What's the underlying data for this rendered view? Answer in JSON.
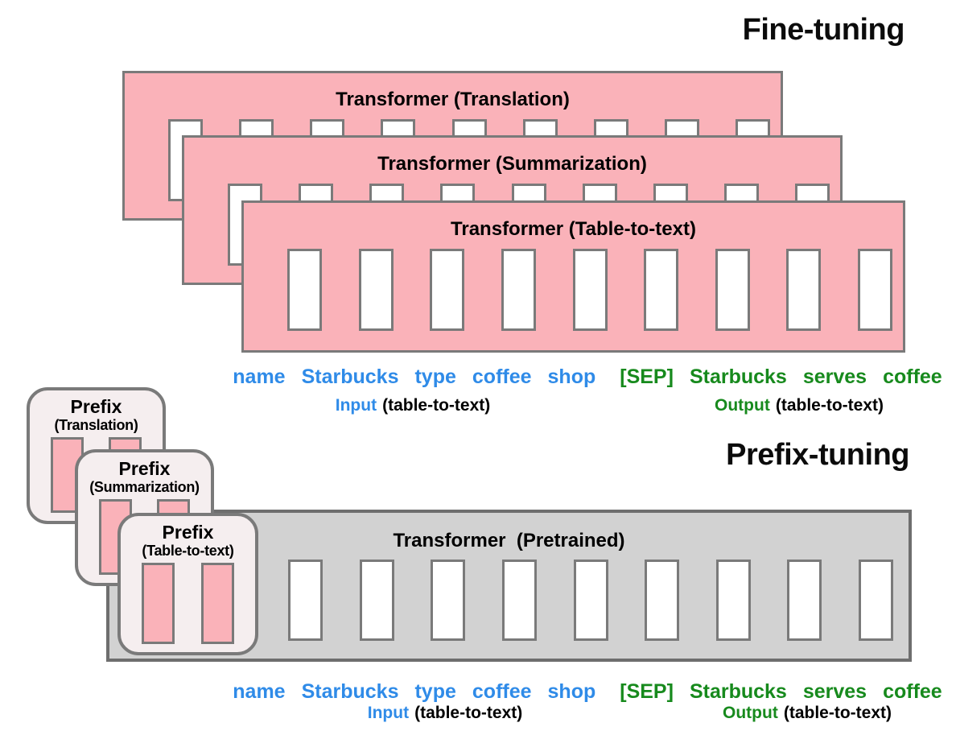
{
  "fine_tuning": {
    "title": "Fine-tuning",
    "transformers": [
      {
        "label": "Transformer (Translation)"
      },
      {
        "label": "Transformer (Summarization)"
      },
      {
        "label": "Transformer (Table-to-text)"
      }
    ]
  },
  "prefix_tuning": {
    "title": "Prefix-tuning",
    "transformer_label": "Transformer  (Pretrained)",
    "prefixes": [
      {
        "title": "Prefix",
        "subtitle": "(Translation)"
      },
      {
        "title": "Prefix",
        "subtitle": "(Summarization)"
      },
      {
        "title": "Prefix",
        "subtitle": "(Table-to-text)"
      }
    ]
  },
  "tokens": {
    "input": [
      "name",
      "Starbucks",
      "type",
      "coffee",
      "shop"
    ],
    "output": [
      "[SEP]",
      "Starbucks",
      "serves",
      "coffee"
    ]
  },
  "labels": {
    "input": "Input",
    "output": "Output",
    "task_suffix": "(table-to-text)"
  },
  "colors": {
    "input_text_blue": "#2F8BE8",
    "output_text_green": "#178A1D",
    "finetuned_transformer_pink": "#FAB2B9",
    "pretrained_transformer_gray": "#D2D2D2",
    "prefix_box_fill": "#F5EEEF",
    "outline_gray": "#7A7A7A"
  }
}
